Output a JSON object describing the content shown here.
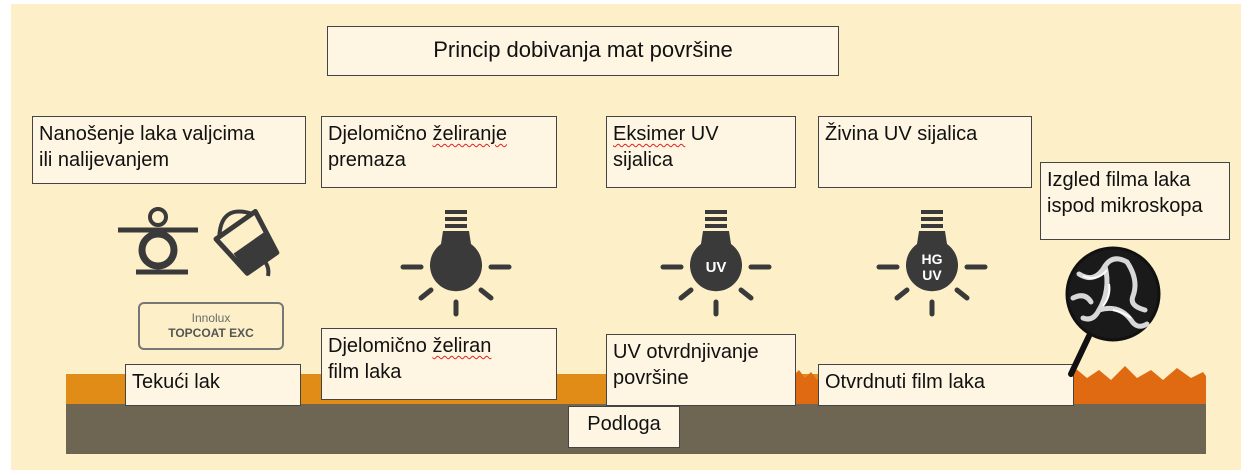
{
  "title": "Princip dobivanja mat površine",
  "steps": [
    {
      "label": "Nanošenje laka valjcima\nili nalijevanjem"
    },
    {
      "label_pre": "Djelomično ",
      "label_squiggle": "želiranje",
      "label_post": "\npremaza"
    },
    {
      "label_pre": "",
      "label_squiggle": "Eksimer",
      "label_post": " UV\nsijalica"
    },
    {
      "label": "Živina UV sijalica"
    },
    {
      "label": "Izgled filma laka\nispod mikroskopa"
    }
  ],
  "layers": {
    "liquid": "Tekući lak",
    "partial_pre": "Djelomično ",
    "partial_squiggle": "želiran",
    "partial_post": "\nfilm laka",
    "uv_cure": "UV otvrdnjivanje\npovršine",
    "cured": "Otvrdnuti film laka",
    "substrate": "Podloga"
  },
  "badge": {
    "line1": "Innolux",
    "line2": "TOPCOAT EXC"
  },
  "bulbs": [
    {
      "icon": "bulb-icon",
      "text": ""
    },
    {
      "icon": "uv-bulb-icon",
      "text": "UV"
    },
    {
      "icon": "hg-uv-bulb-icon",
      "text_top": "HG",
      "text_bottom": "UV"
    }
  ],
  "colors": {
    "background": "#fdf0c9",
    "liquid_layer": "#e08c17",
    "cured_layer": "#e06a12",
    "substrate": "#6e6652",
    "icon": "#3a3a3a"
  }
}
